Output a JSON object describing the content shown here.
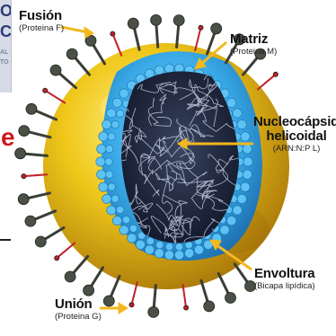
{
  "labels": {
    "fusion": {
      "name": "Fusión",
      "sub": "(Proteina F)"
    },
    "matriz": {
      "name": "Matriz",
      "sub": "(Proteina M)"
    },
    "nucleocapside": {
      "name_line1": "Nucleocápside",
      "name_line2": "helicoidal",
      "sub": "(ARN:N:P L)"
    },
    "envoltura": {
      "name": "Envoltura",
      "sub": "(Bicapa lipídica)"
    },
    "union": {
      "name": "Unión",
      "sub": "(Proteina G)"
    }
  },
  "left_edge": {
    "box_letters": [
      "O",
      "C",
      "AL",
      "TO"
    ],
    "red_letter": "e"
  },
  "colors": {
    "envelope_yellow": "#f0c81a",
    "envelope_dark": "#b8860b",
    "matrix_blue": "#38a9e6",
    "nucleocapsid_dark": "#1c2233",
    "spike_dark": "#3a3f35",
    "spike_red": "#c0202a",
    "arrow_yellow": "#f3b81f",
    "accent_red_text": "#cc1b1b"
  },
  "icons": {
    "arrow": "leader-arrow",
    "spike_g": "glycoprotein-spike-icon",
    "spike_f": "fusion-spike-icon"
  }
}
